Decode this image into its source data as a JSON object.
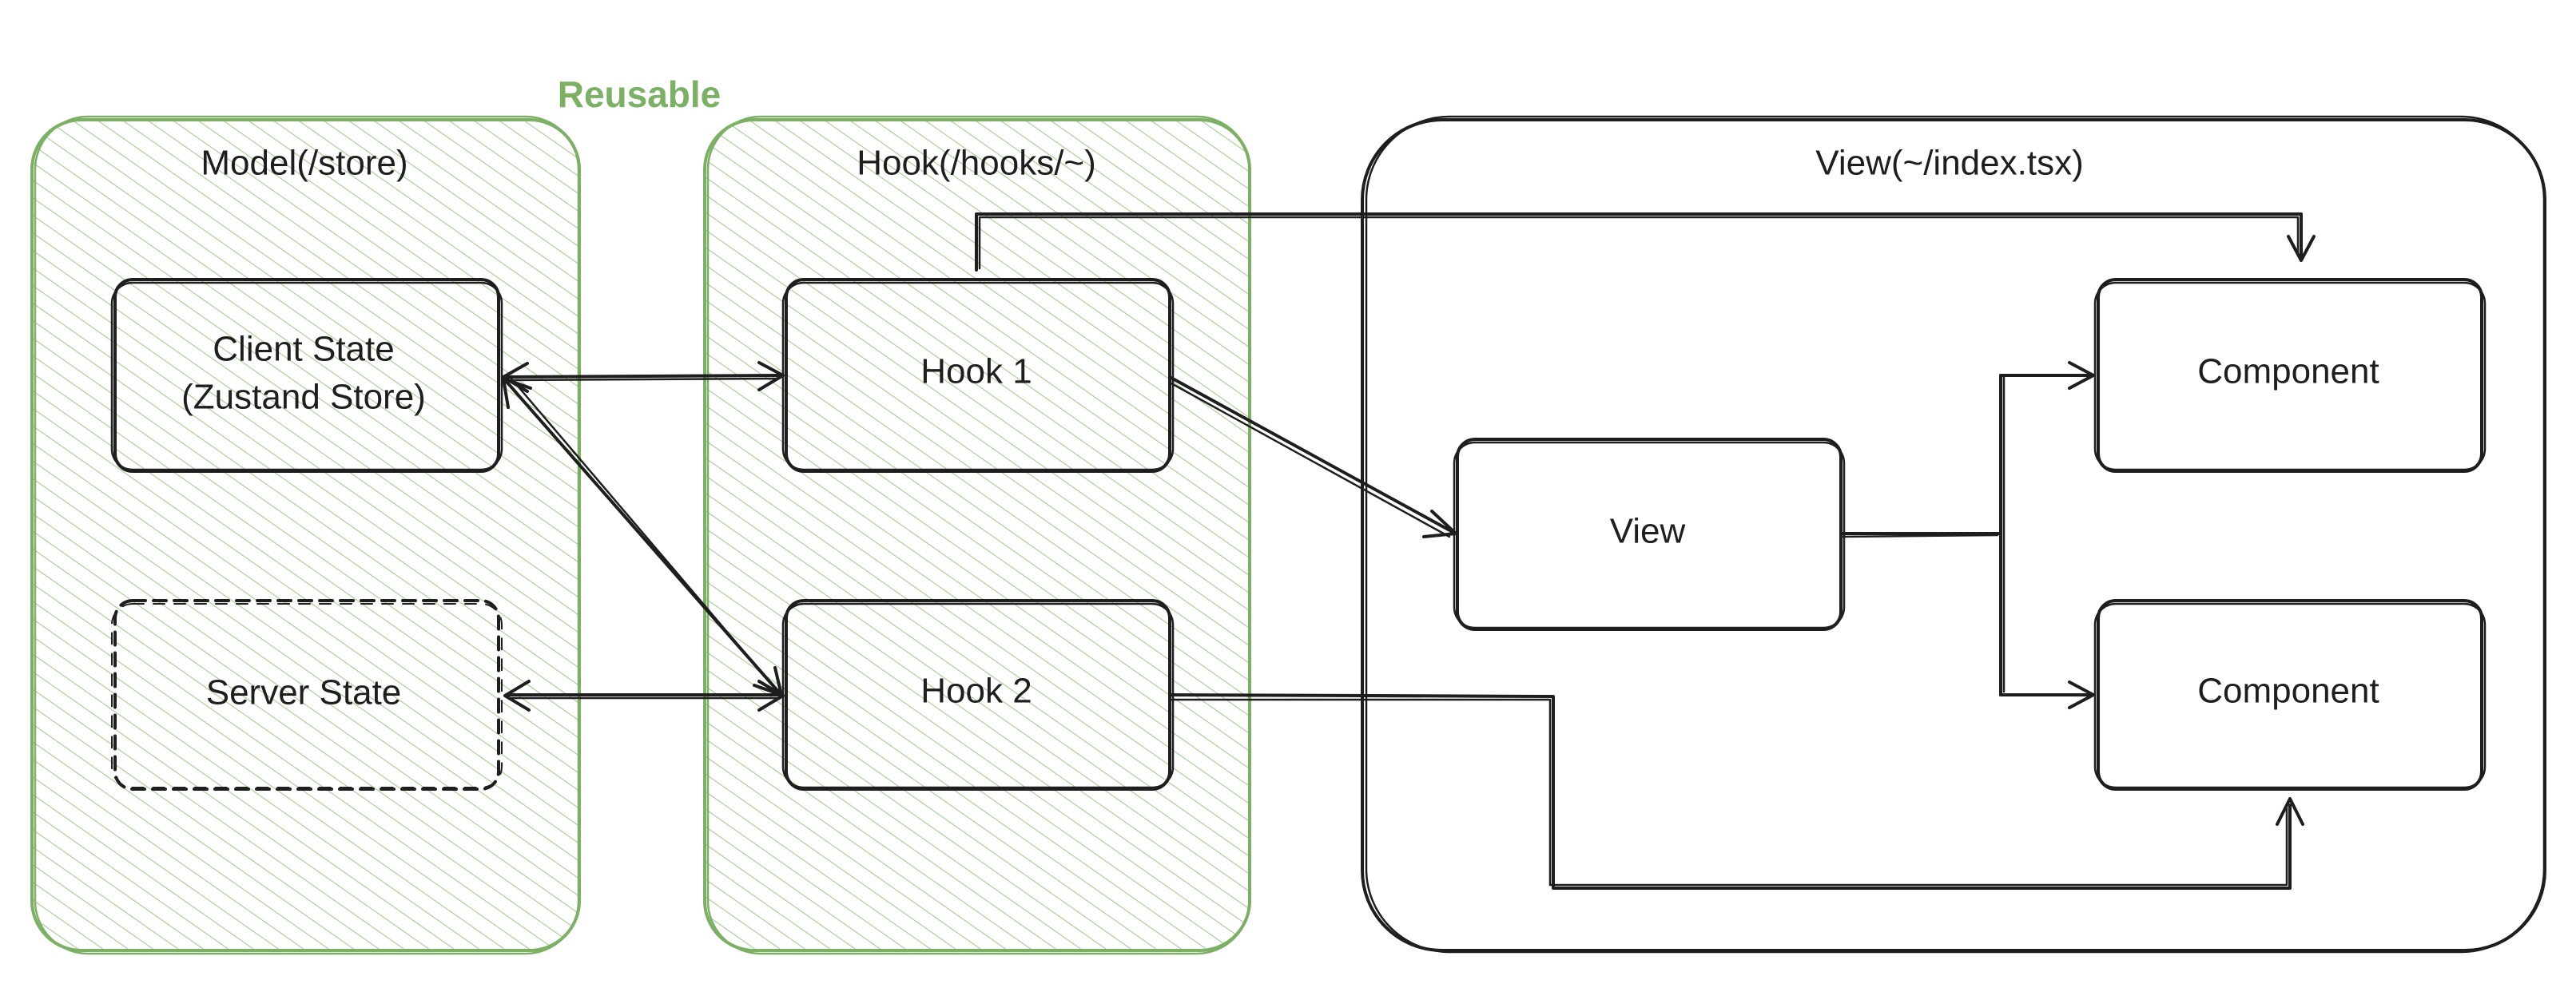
{
  "colors": {
    "green": "#7bb065",
    "hatch": "#a9cf98",
    "ink": "#1e1e1e"
  },
  "annotations": {
    "reusable": "Reusable"
  },
  "groups": {
    "model": {
      "label": "Model(/store)"
    },
    "hook": {
      "label": "Hook(/hooks/~)"
    },
    "view": {
      "label": "View(~/index.tsx)"
    }
  },
  "nodes": {
    "client_state": {
      "line1": "Client State",
      "line2": "(Zustand Store)"
    },
    "server_state": {
      "label": "Server State",
      "style": "dashed"
    },
    "hook1": {
      "label": "Hook 1"
    },
    "hook2": {
      "label": "Hook 2"
    },
    "view": {
      "label": "View"
    },
    "component_top": {
      "label": "Component"
    },
    "component_bottom": {
      "label": "Component"
    }
  },
  "edges": [
    {
      "from": "client_state",
      "to": "hook1",
      "direction": "both"
    },
    {
      "from": "client_state",
      "to": "hook2",
      "direction": "both"
    },
    {
      "from": "server_state",
      "to": "hook2",
      "direction": "both"
    },
    {
      "from": "hook1",
      "to": "view",
      "direction": "forward"
    },
    {
      "from": "hook1",
      "to": "component_top",
      "direction": "forward"
    },
    {
      "from": "view",
      "to": "component_top",
      "direction": "forward"
    },
    {
      "from": "view",
      "to": "component_bottom",
      "direction": "forward"
    },
    {
      "from": "hook2",
      "to": "component_bottom",
      "direction": "forward"
    }
  ]
}
